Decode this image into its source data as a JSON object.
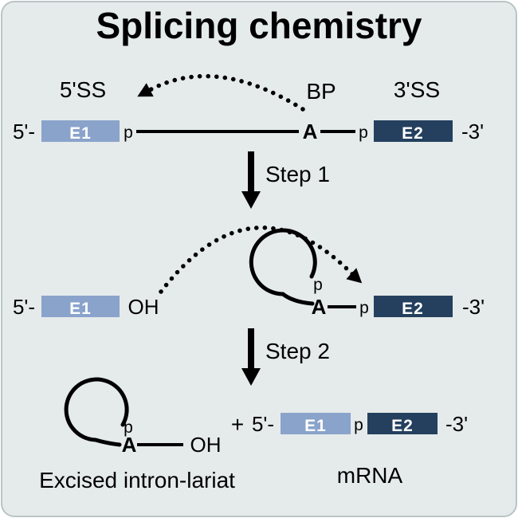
{
  "title": "Splicing chemistry",
  "colors": {
    "background": "#e5eaea",
    "border": "#b9c4c5",
    "exon1": "#8aa3cb",
    "exon2": "#24405e",
    "line": "#000000",
    "box_text": "#ffffff"
  },
  "pre_mrna": {
    "label_5ss": "5'SS",
    "label_bp": "BP",
    "label_3ss": "3'SS",
    "five_prime": "5'-",
    "exon1": "E1",
    "p_after_e1": "p",
    "branch_a": "A",
    "p_before_e2": "p",
    "exon2": "E2",
    "three_prime": "-3'"
  },
  "steps": [
    {
      "label": "Step 1"
    },
    {
      "label": "Step 2"
    }
  ],
  "intermediate": {
    "five_prime": "5'-",
    "exon1": "E1",
    "oh": "OH",
    "lariat_p": "p",
    "branch_a": "A",
    "p_before_e2": "p",
    "exon2": "E2",
    "three_prime": "-3'"
  },
  "products": {
    "lariat_p": "p",
    "branch_a": "A",
    "oh": "OH",
    "lariat_caption": "Excised intron-lariat",
    "plus": "+",
    "five_prime": "5'-",
    "exon1": "E1",
    "p_junction": "p",
    "exon2": "E2",
    "three_prime": "-3'",
    "mrna_caption": "mRNA"
  }
}
